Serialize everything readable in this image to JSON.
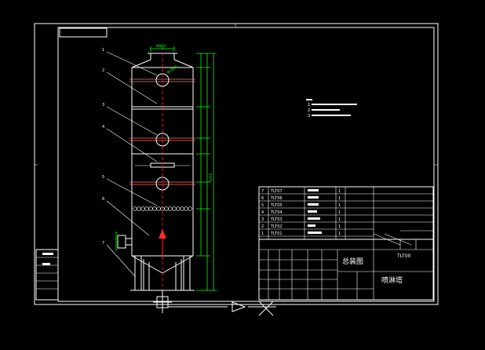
{
  "parts": [
    {
      "no": "7",
      "code": "TLT07",
      "qty": "1"
    },
    {
      "no": "6",
      "code": "TLT06",
      "qty": "1"
    },
    {
      "no": "5",
      "code": "TLT05",
      "qty": "1"
    },
    {
      "no": "4",
      "code": "TLT04",
      "qty": "1"
    },
    {
      "no": "3",
      "code": "TLT03",
      "qty": "1"
    },
    {
      "no": "2",
      "code": "TLT02",
      "qty": "1"
    },
    {
      "no": "1",
      "code": "TLT01",
      "qty": "1"
    }
  ],
  "title_block": {
    "drawing_no": "TLT00",
    "drawing_type": "总装图",
    "product_name": "喷淋塔"
  },
  "dimensions": {
    "top_width": "Φ800",
    "body_label": "Φ1600",
    "overall_height": "5200"
  },
  "callout_numbers": [
    "1",
    "2",
    "3",
    "4",
    "5",
    "6",
    "7"
  ],
  "notes_numbers": [
    "1",
    "2",
    "3"
  ],
  "colors": {
    "background": "#000000",
    "line": "#ffffff",
    "dimension": "#00ff00",
    "centerline": "#ff2a2a"
  }
}
